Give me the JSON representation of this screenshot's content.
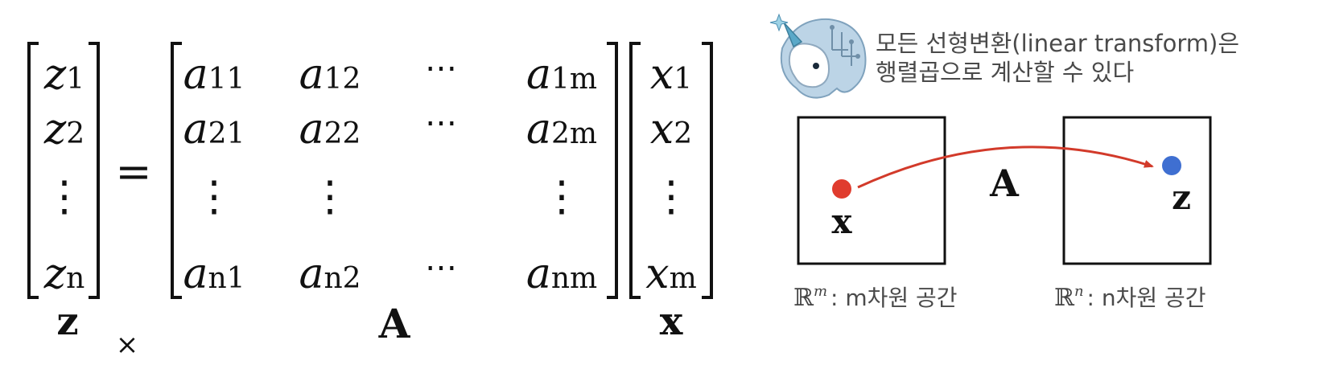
{
  "equation": {
    "z_entries": [
      {
        "base": "z",
        "sub": "1"
      },
      {
        "base": "z",
        "sub": "2"
      },
      {
        "base": "⋮",
        "sub": ""
      },
      {
        "base": "z",
        "sub": "n"
      }
    ],
    "equals": "=",
    "matrix_rows": [
      [
        {
          "base": "a",
          "sub": "11"
        },
        {
          "base": "a",
          "sub": "12"
        },
        {
          "base": "⋯",
          "sub": ""
        },
        {
          "base": "a",
          "sub": "1m"
        }
      ],
      [
        {
          "base": "a",
          "sub": "21"
        },
        {
          "base": "a",
          "sub": "22"
        },
        {
          "base": "⋯",
          "sub": ""
        },
        {
          "base": "a",
          "sub": "2m"
        }
      ],
      [
        {
          "base": "⋮",
          "sub": ""
        },
        {
          "base": "⋮",
          "sub": ""
        },
        {
          "base": "",
          "sub": ""
        },
        {
          "base": "⋮",
          "sub": ""
        }
      ],
      [
        {
          "base": "a",
          "sub": "n1"
        },
        {
          "base": "a",
          "sub": "n2"
        },
        {
          "base": "⋯",
          "sub": ""
        },
        {
          "base": "a",
          "sub": "nm"
        }
      ]
    ],
    "x_entries": [
      {
        "base": "x",
        "sub": "1"
      },
      {
        "base": "x",
        "sub": "2"
      },
      {
        "base": "⋮",
        "sub": ""
      },
      {
        "base": "x",
        "sub": "m"
      }
    ],
    "label_z": "z",
    "label_A": "A",
    "label_x": "x",
    "cross_mark": "×"
  },
  "callout": {
    "line1": "모든 선형변환(linear transform)은",
    "line2": "행렬곱으로 계산할 수 있다",
    "mascot_icon": "unicorn-mascot-icon"
  },
  "mapping": {
    "left_point_label": "x",
    "right_point_label": "z",
    "arrow_label": "A",
    "left_space": {
      "symbol": "ℝ",
      "exp": "m",
      "text": ": m차원 공간"
    },
    "right_space": {
      "symbol": "ℝ",
      "exp": "n",
      "text": ": n차원 공간"
    },
    "colors": {
      "left_point": "#e03c2e",
      "right_point": "#3f6fd1",
      "arrow": "#d23a2a"
    }
  }
}
